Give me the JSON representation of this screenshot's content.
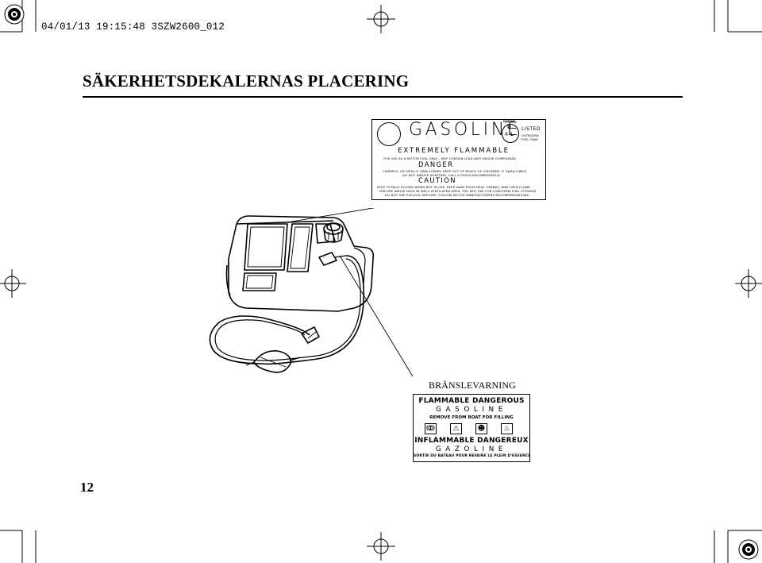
{
  "header": {
    "meta": "04/01/13 19:15:48 3SZW2600_012"
  },
  "page": {
    "title": "SÄKERHETSDEKALERNAS PLACERING",
    "number": "12"
  },
  "gasoline_label": {
    "word": "GASOLINE",
    "marine": "MARINE",
    "ul_u": "U",
    "ul_r": "®",
    "ul_l": "L",
    "listed": "LISTED",
    "outboard_line1": "OUTBOARD",
    "outboard_line2": "FUEL TANK",
    "extremely": "EXTREMELY FLAMMABLE",
    "fuel_use": "FOR USE AS A MOTOR FUEL ONLY – MAY CONTAIN LEAD ANTI KNOCK COMPOUNDS",
    "danger": "DANGER",
    "danger_text_1": "HARMFUL OR FATAL IF SWALLOWED, KEEP OUT OF REACH OF CHILDREN. IF SWALLOWED,",
    "danger_text_2": "DO NOT INDUCE VOMITING, CALL A PHYSICIAN IMMEDIATELY.",
    "caution": "CAUTION",
    "caution_text_1": "KEEP TOTALLY CLOSED WHEN NOT IN USE. KEEP AWAY FROM HEAT, SPARKS, AND OPEN FLAME.",
    "caution_text_2": "*SECURE ABOVE DECK IN WELL VENTILATED AREA. *DO NOT USE FOR LONGTERM FUEL STORAGE.",
    "caution_text_3": "DO NOT USE FUEL/OIL MIXTURE; FOLLOW MOTOR MANUFACTURERS RECOMMENDATIONS."
  },
  "fuel_label": {
    "caption": "BRÄNSLEVARNING",
    "line1": "FLAMMABLE DANGEROUS",
    "line2": "GASOLINE",
    "line3": "REMOVE FROM BOAT FOR FILLING",
    "line4": "INFLAMMABLE DANGEREUX",
    "line5": "GAZOLINE",
    "line6": "SORTIR DU BATEAU POUR REFAIRE LE PLEIN D'ESSENCE"
  }
}
